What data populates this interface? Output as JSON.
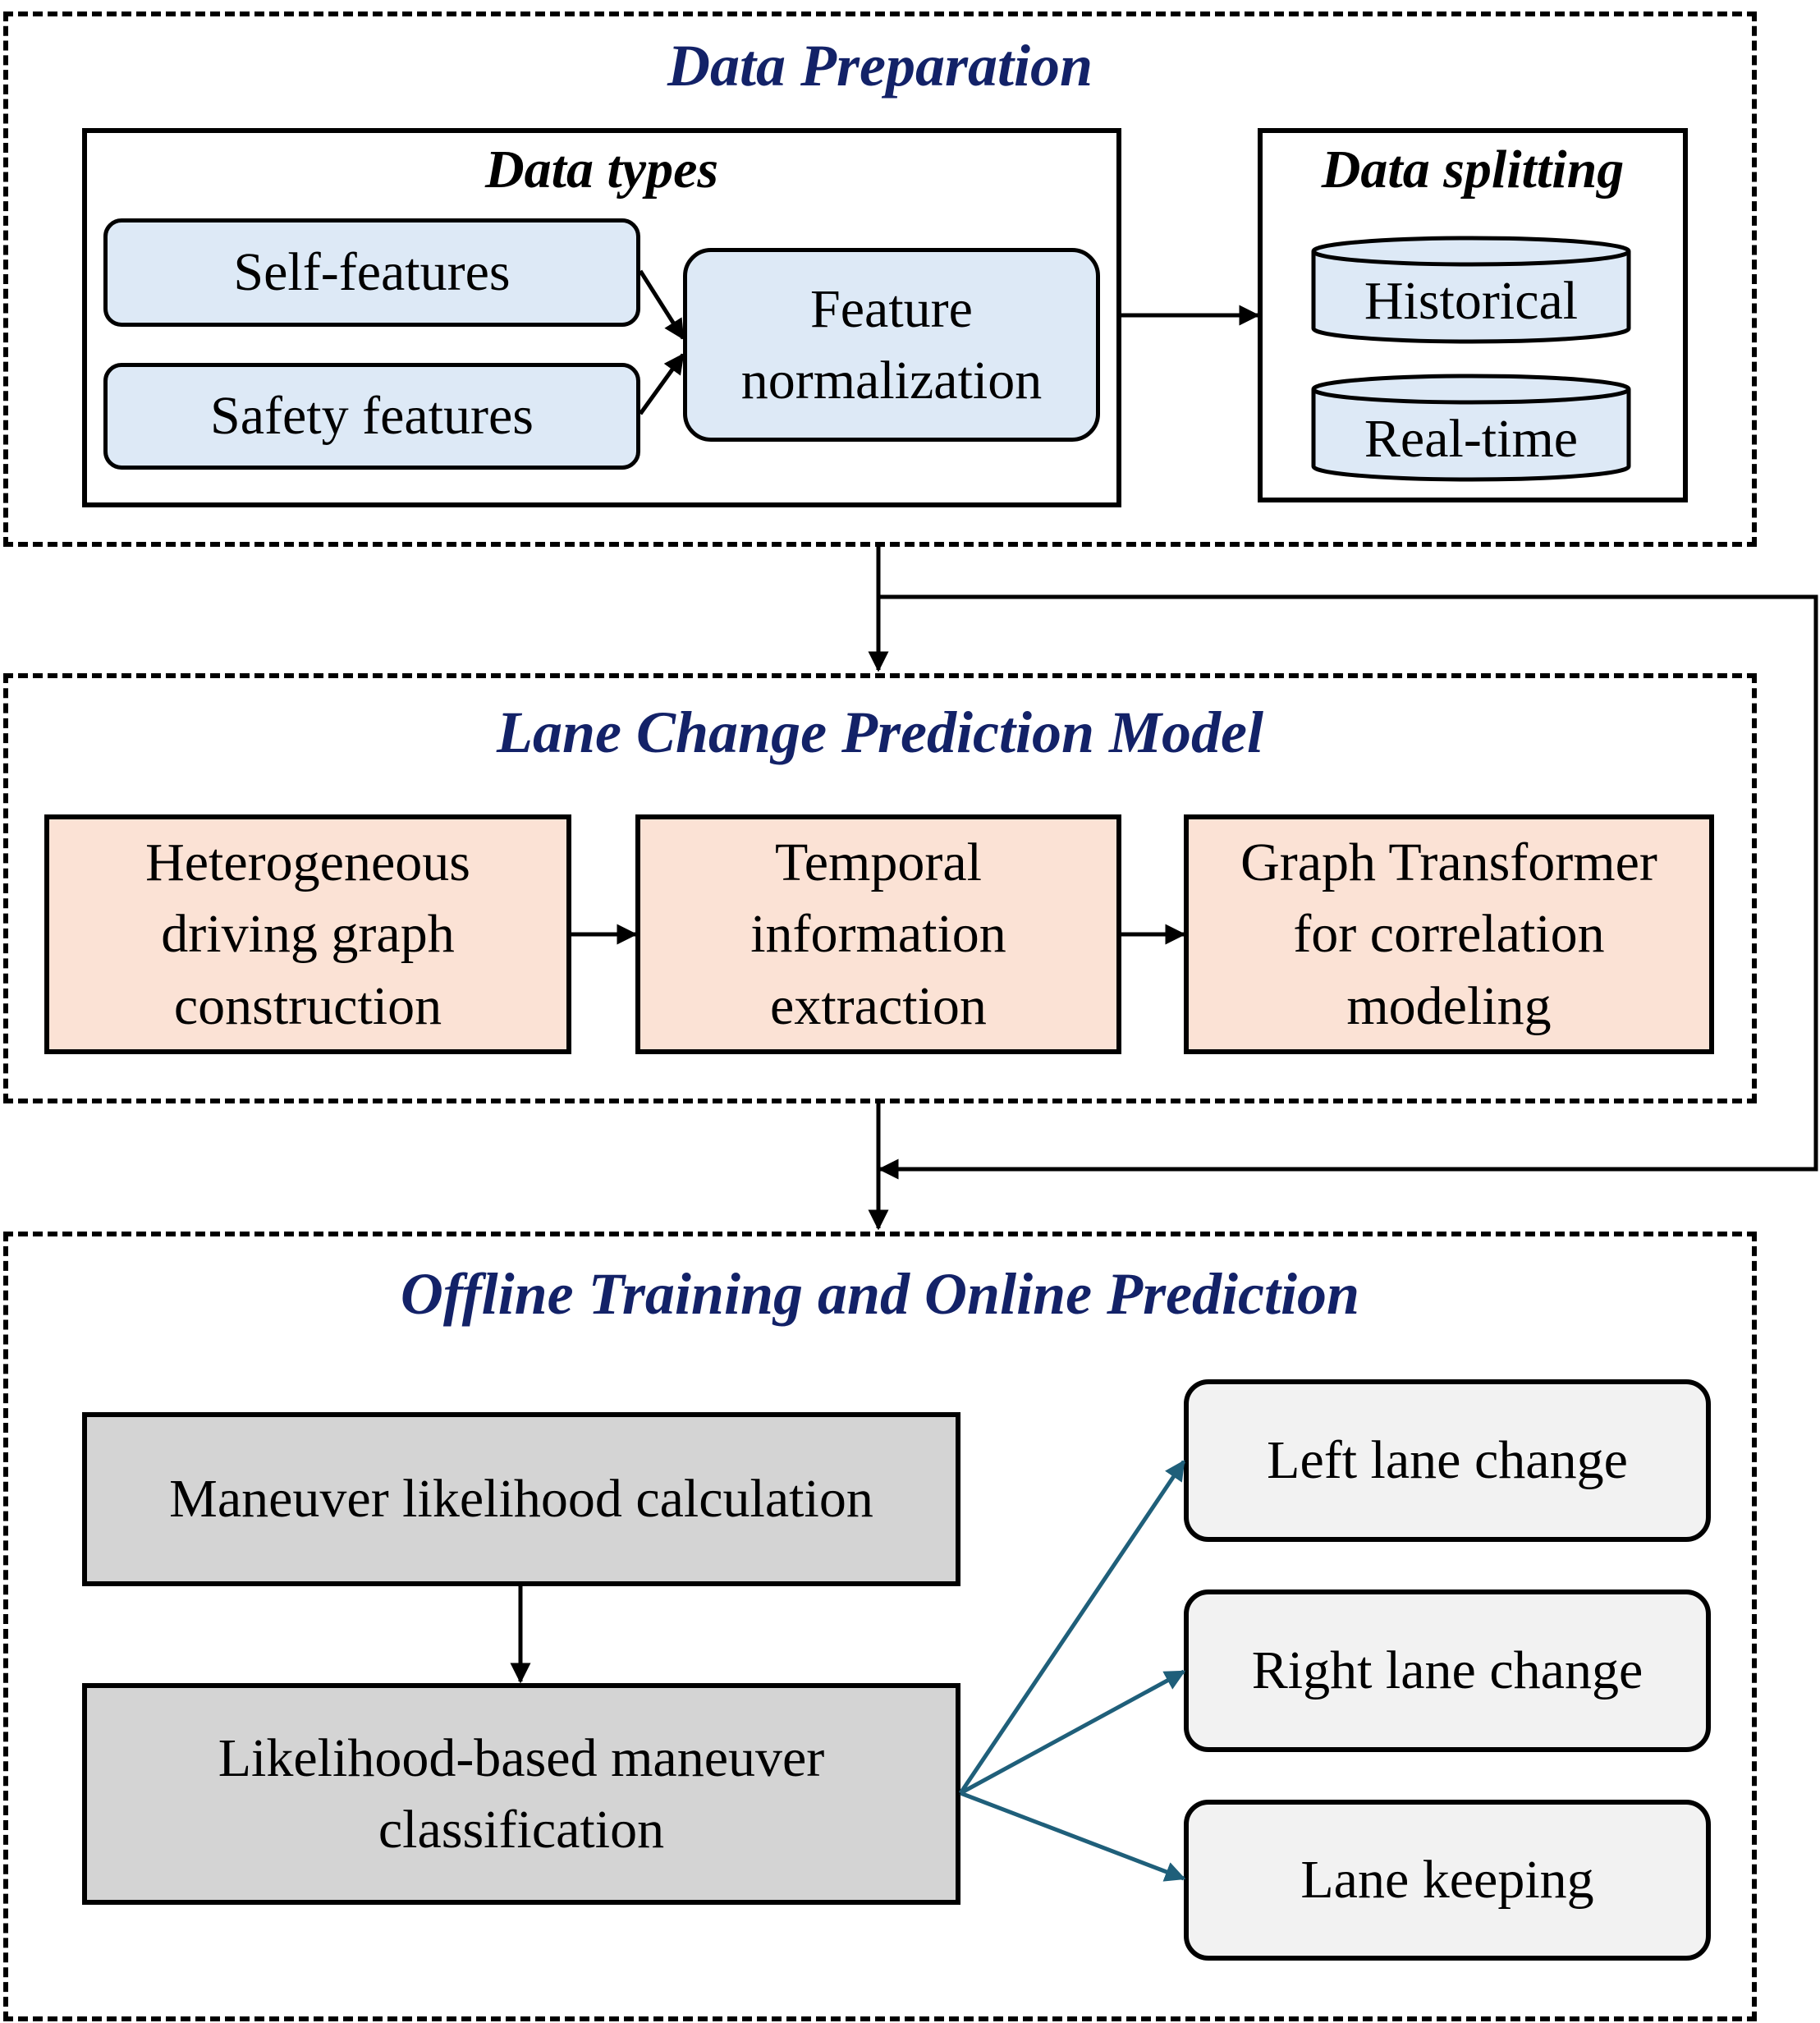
{
  "sections": {
    "data_preparation": {
      "title": "Data Preparation",
      "data_types": {
        "title": "Data types",
        "self_features": "Self-features",
        "safety_features": "Safety features",
        "feature_normalization": "Feature\nnormalization"
      },
      "data_splitting": {
        "title": "Data splitting",
        "historical": "Historical",
        "real_time": "Real-time"
      }
    },
    "lane_change_model": {
      "title": "Lane Change Prediction Model",
      "steps": [
        "Heterogeneous\ndriving graph\nconstruction",
        "Temporal\ninformation\nextraction",
        "Graph Transformer\nfor correlation\nmodeling"
      ]
    },
    "offline_online": {
      "title": "Offline Training and Online Prediction",
      "likelihood_calc": "Maneuver likelihood calculation",
      "likelihood_class": "Likelihood-based maneuver\nclassification",
      "outcomes": [
        "Left lane change",
        "Right lane change",
        "Lane keeping"
      ]
    }
  },
  "colors": {
    "section_title": "#132268",
    "blue_fill": "#dde9f6",
    "peach_fill": "#fbe2d5",
    "grey_fill": "#d4d4d4",
    "light_fill": "#f2f2f2",
    "teal_arrow": "#1f5f7a"
  }
}
